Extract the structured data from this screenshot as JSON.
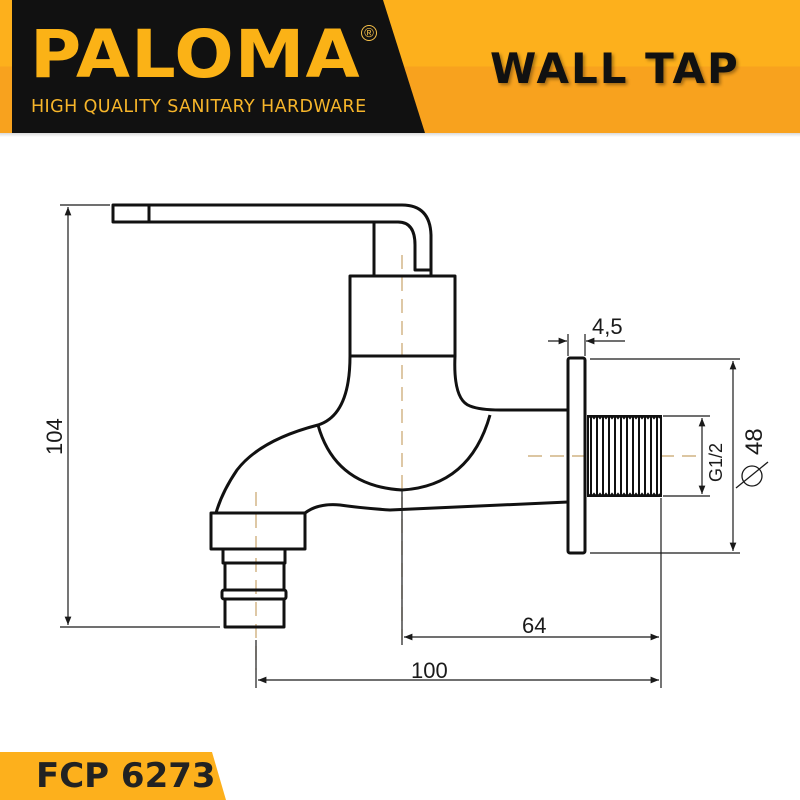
{
  "header": {
    "brand": "PALOMA",
    "registered_mark": "®",
    "tagline": "HIGH QUALITY SANITARY HARDWARE",
    "product_type": "WALL TAP"
  },
  "footer": {
    "model_code": "FCP 6273"
  },
  "drawing": {
    "dimensions": {
      "height": "104",
      "flange_thickness": "4,5",
      "thread": "G1/2",
      "flange_diameter": "48",
      "diameter_symbol": "⌀",
      "wall_to_axis": "64",
      "overall_length": "100"
    }
  },
  "colors": {
    "brand_orange": "#fdb01c",
    "brand_orange_dark": "#f8a21e",
    "panel_black": "#111111",
    "logo_yellow": "#fbb216",
    "line": "#111111",
    "centerline": "#c8a46a"
  }
}
